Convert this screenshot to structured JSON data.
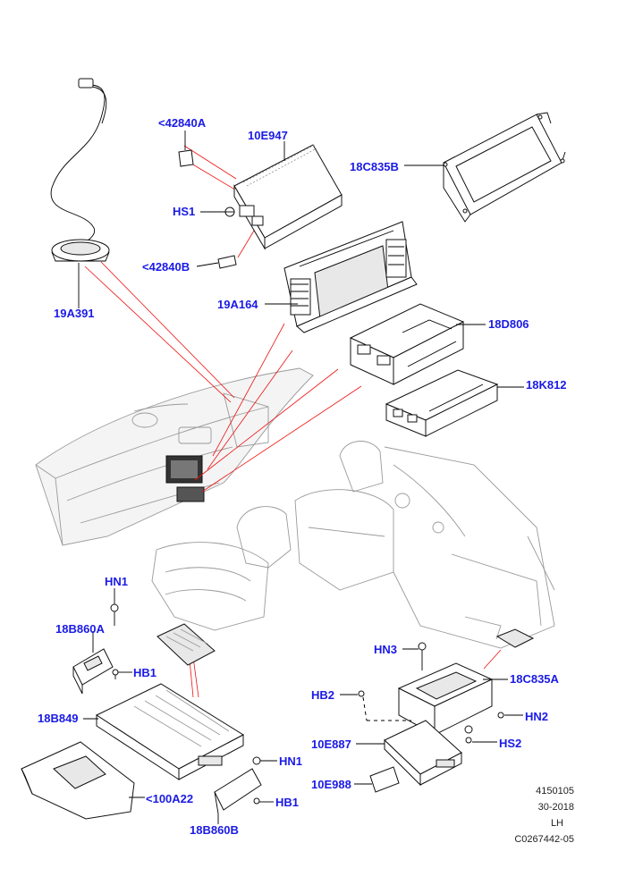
{
  "callouts": {
    "c42840A_top": "<42840A",
    "c10E947": "10E947",
    "c18C835B": "18C835B",
    "cHS1": "HS1",
    "c42840B": "<42840B",
    "c19A391": "19A391",
    "c19A164": "19A164",
    "c18D806": "18D806",
    "c18K812": "18K812",
    "cHN1_top": "HN1",
    "c18B860A": "18B860A",
    "cHB1_top": "HB1",
    "c18B849": "18B849",
    "cHN1_bottom": "HN1",
    "c100A22": "<100A22",
    "cHB1_bottom": "HB1",
    "c18B860B": "18B860B",
    "cHN3": "HN3",
    "c18C835A": "18C835A",
    "cHB2": "HB2",
    "cHN2": "HN2",
    "c10E887": "10E887",
    "cHS2": "HS2",
    "c10E988": "10E988"
  },
  "meta": {
    "ref": "4150105",
    "date": "30-2018",
    "side": "LH",
    "code": "C0267442-05"
  },
  "colors": {
    "callout_text": "#1a1ae6",
    "leader_line": "#000000",
    "relation_line": "#e11111",
    "scene_lines": "#9a9a9a"
  }
}
